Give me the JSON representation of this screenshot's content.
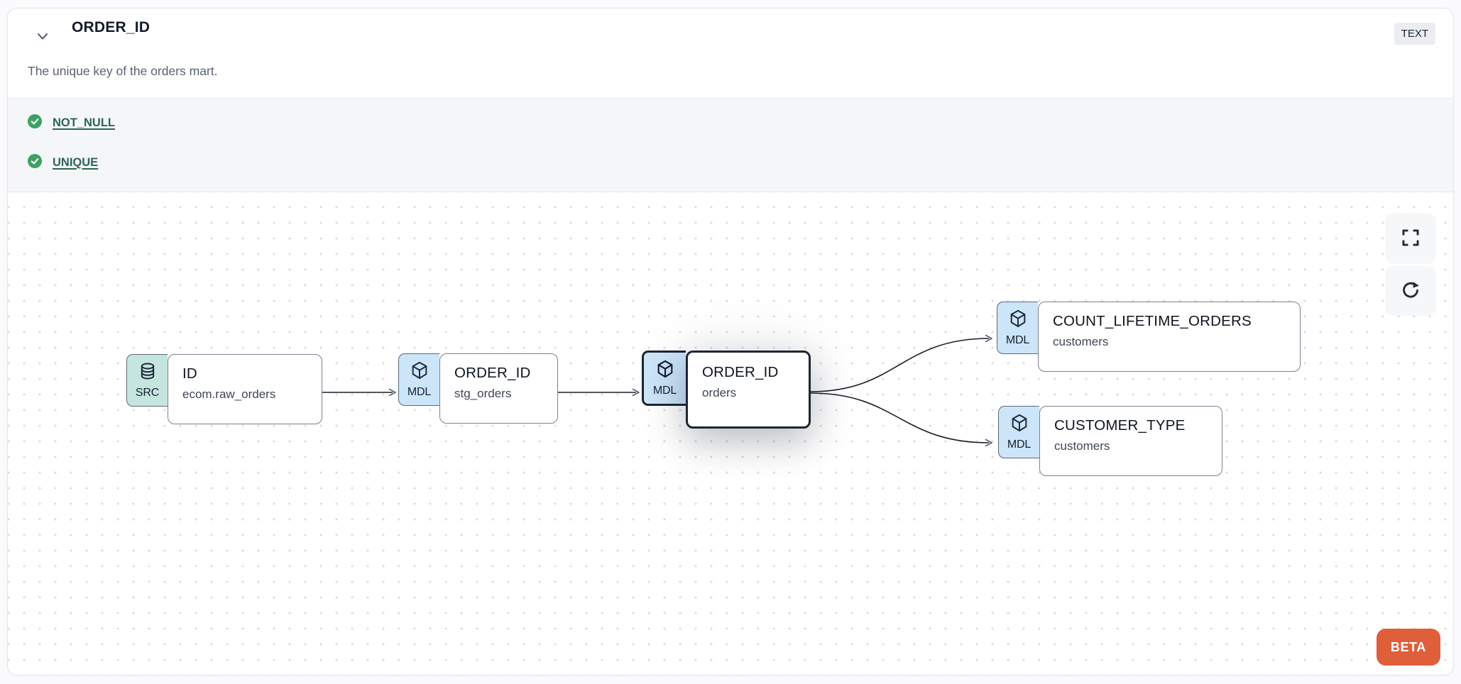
{
  "panel": {
    "title": "ORDER_ID",
    "type_badge": "TEXT",
    "description": "The unique key of the orders mart."
  },
  "tests": {
    "items": [
      {
        "label": "NOT_NULL",
        "status": "pass"
      },
      {
        "label": "UNIQUE",
        "status": "pass"
      }
    ]
  },
  "lineage": {
    "nodes": [
      {
        "badge": "SRC",
        "title": "ID",
        "subtitle": "ecom.raw_orders",
        "kind": "source",
        "selected": false
      },
      {
        "badge": "MDL",
        "title": "ORDER_ID",
        "subtitle": "stg_orders",
        "kind": "model",
        "selected": false
      },
      {
        "badge": "MDL",
        "title": "ORDER_ID",
        "subtitle": "orders",
        "kind": "model",
        "selected": true
      },
      {
        "badge": "MDL",
        "title": "COUNT_LIFETIME_ORDERS",
        "subtitle": "customers",
        "kind": "model",
        "selected": false
      },
      {
        "badge": "MDL",
        "title": "CUSTOMER_TYPE",
        "subtitle": "customers",
        "kind": "model",
        "selected": false
      }
    ],
    "edges": [
      {
        "from": 0,
        "to": 1
      },
      {
        "from": 1,
        "to": 2
      },
      {
        "from": 2,
        "to": 3
      },
      {
        "from": 2,
        "to": 4
      }
    ]
  },
  "beta_label": "BETA",
  "colors": {
    "accent_orange": "#DF5F3B",
    "test_link_teal": "#2B635B",
    "check_green": "#3DA164",
    "source_badge_bg": "#C5E6DF",
    "model_badge_bg": "#CCE5F9",
    "selected_border": "#1D2636",
    "tests_band_bg": "#F5F6F8"
  }
}
